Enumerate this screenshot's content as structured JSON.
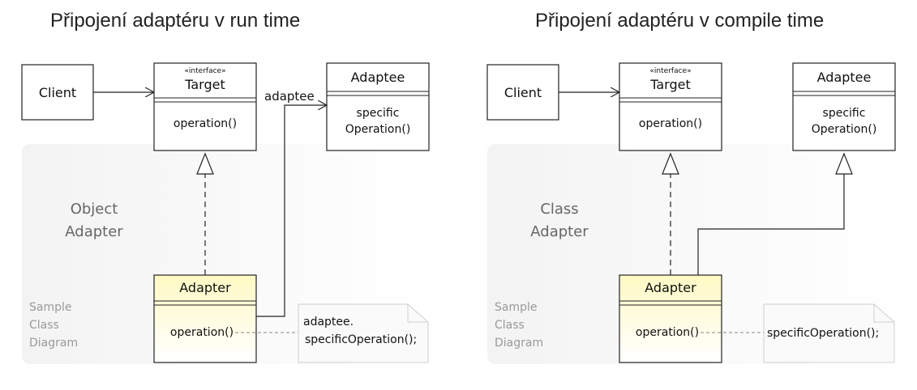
{
  "headings": {
    "left": "Připojení adaptéru v run time",
    "right": "Připojení adaptéru v compile time"
  },
  "left_diagram": {
    "pattern_label_line1": "Object",
    "pattern_label_line2": "Adapter",
    "sample_line1": "Sample",
    "sample_line2": "Class",
    "sample_line3": "Diagram",
    "client": "Client",
    "target_stereotype": "«interface»",
    "target_name": "Target",
    "target_operation": "operation()",
    "adaptee_name": "Adaptee",
    "adaptee_operation_line1": "specific",
    "adaptee_operation_line2": "Operation()",
    "association_label": "adaptee",
    "adapter_name": "Adapter",
    "adapter_operation": "operation()",
    "note_line1": "adaptee.",
    "note_line2": "specificOperation();"
  },
  "right_diagram": {
    "pattern_label_line1": "Class",
    "pattern_label_line2": "Adapter",
    "sample_line1": "Sample",
    "sample_line2": "Class",
    "sample_line3": "Diagram",
    "client": "Client",
    "target_stereotype": "«interface»",
    "target_name": "Target",
    "target_operation": "operation()",
    "adaptee_name": "Adaptee",
    "adaptee_operation_line1": "specific",
    "adaptee_operation_line2": "Operation()",
    "adapter_name": "Adapter",
    "adapter_operation": "operation()",
    "note_line1": "specificOperation();"
  },
  "colors": {
    "adapter_fill_top": "#fffbd0",
    "adapter_fill_bottom": "#ffffff",
    "panel_fill": "#f7f7f7",
    "line": "#222222",
    "note_fill": "#fafafa"
  }
}
